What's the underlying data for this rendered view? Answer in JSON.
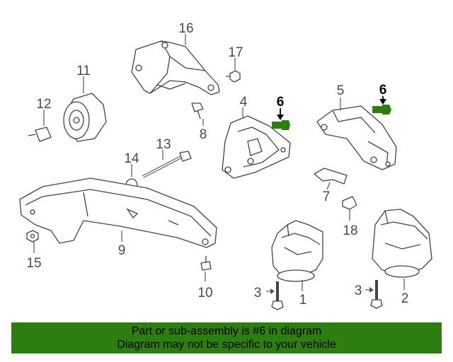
{
  "callouts": {
    "c1": "1",
    "c2": "2",
    "c3a": "3",
    "c3b": "3",
    "c4": "4",
    "c5": "5",
    "c6a": "6",
    "c6b": "6",
    "c7": "7",
    "c8": "8",
    "c9": "9",
    "c10": "10",
    "c11": "11",
    "c12": "12",
    "c13": "13",
    "c14": "14",
    "c15": "15",
    "c16": "16",
    "c17": "17",
    "c18": "18"
  },
  "banner": {
    "line1": "Part or sub-assembly is #6 in diagram",
    "line2": "Diagram may not be specific to your vehicle",
    "background_color": "#2e7d10"
  },
  "colors": {
    "highlight_part": "#2e7d10",
    "line_art": "#444444"
  }
}
